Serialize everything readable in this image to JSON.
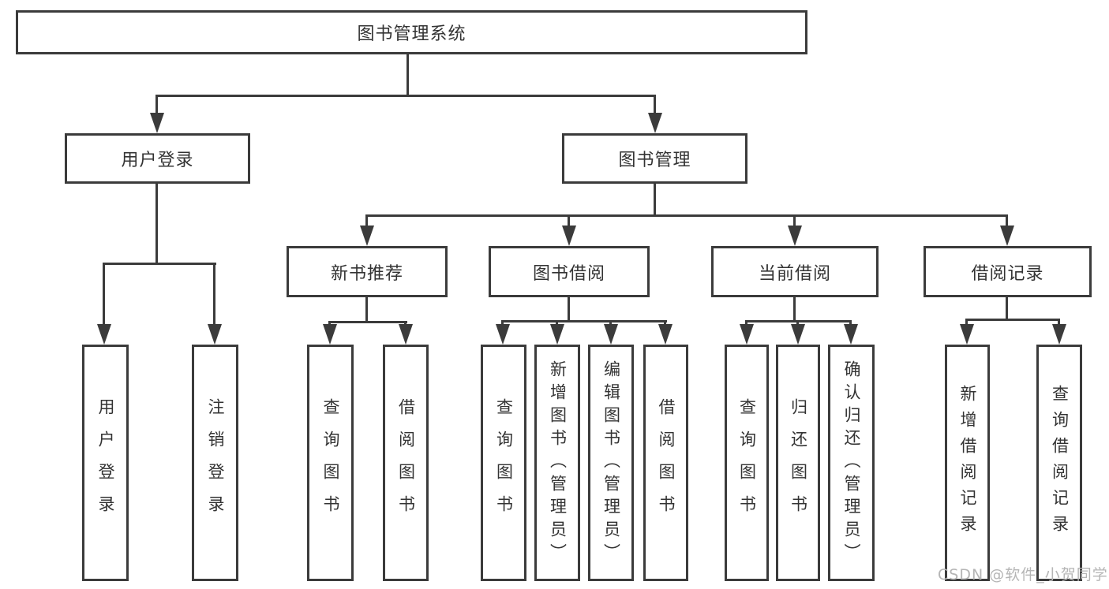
{
  "diagram": {
    "title": "图书管理系统",
    "root": {
      "label": "图书管理系统"
    },
    "level2": [
      {
        "label": "用户登录"
      },
      {
        "label": "图书管理"
      }
    ],
    "level3": [
      {
        "label": "新书推荐"
      },
      {
        "label": "图书借阅"
      },
      {
        "label": "当前借阅"
      },
      {
        "label": "借阅记录"
      }
    ],
    "leaves": {
      "user_login": [
        "用户登录",
        "注销登录"
      ],
      "new_books": [
        "查询图书",
        "借阅图书"
      ],
      "book_borrowing": [
        "查询图书",
        "新增图书（管理员）",
        "编辑图书（管理员）",
        "借阅图书"
      ],
      "current_borrowing": [
        "查询图书",
        "归还图书",
        "确认归还（管理员）"
      ],
      "borrow_records": [
        "新增借阅记录",
        "查询借阅记录"
      ]
    }
  },
  "watermark": "CSDN @软件_小贺同学",
  "colors": {
    "line": "#3b3b3b",
    "text": "#333333",
    "background": "#ffffff",
    "watermark": "#b5b5b5"
  }
}
